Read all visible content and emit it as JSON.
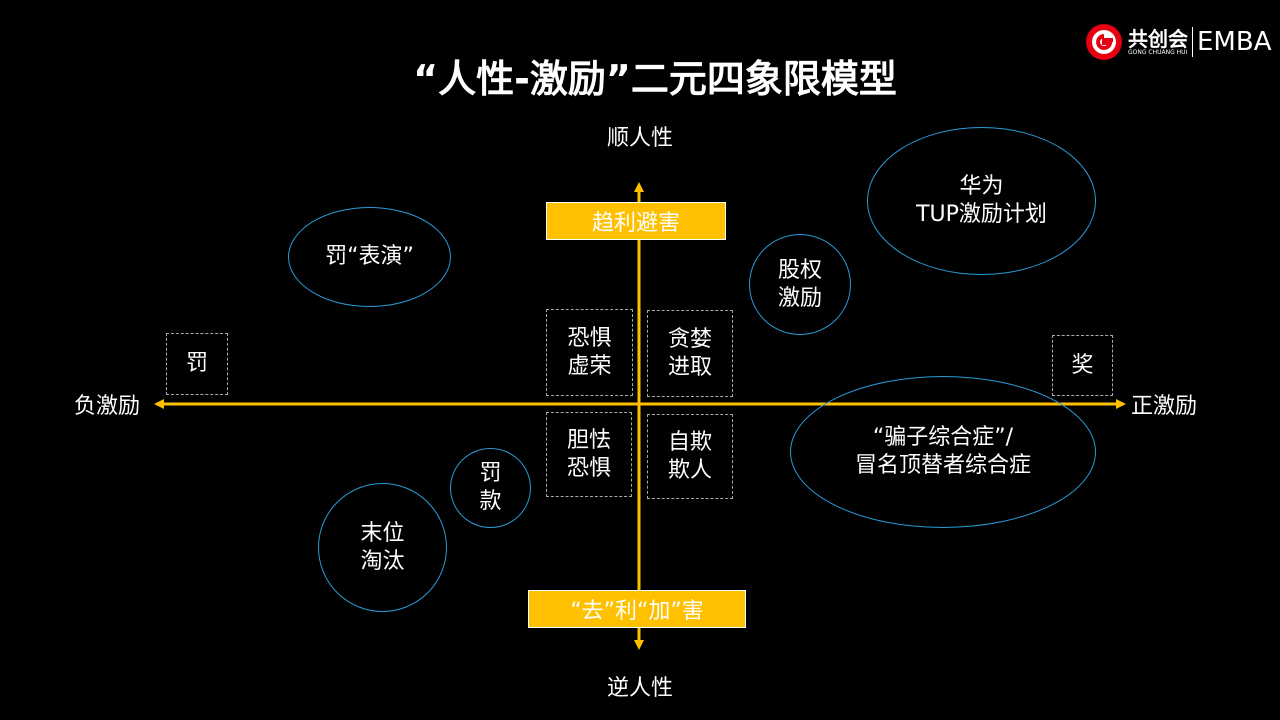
{
  "title": "“人性-激励”二元四象限模型",
  "logo": {
    "brand": "共创会",
    "sub": "GONG CHUANG HUI",
    "suffix": "EMBA"
  },
  "axes": {
    "top": "顺人性",
    "bottom": "逆人性",
    "left": "负激励",
    "right": "正激励"
  },
  "banners": {
    "top": "趋利避害",
    "bottom": "“去”利“加”害"
  },
  "boxes": {
    "punish": "罚",
    "reward": "奖",
    "q_fear_vanity": [
      "恐惧",
      "虚荣"
    ],
    "q_greed": [
      "贪婪",
      "进取"
    ],
    "q_timid": [
      "胆怯",
      "恐惧"
    ],
    "q_self": [
      "自欺",
      "欺人"
    ]
  },
  "ellipses": {
    "punish_show": "罚“表演”",
    "equity": [
      "股权",
      "激励"
    ],
    "huawei": [
      "华为",
      "TUP激励计划"
    ],
    "impostor": [
      "“骗子综合症”/",
      "冒名顶替者综合症"
    ],
    "fine": [
      "罚",
      "款"
    ],
    "elimination": [
      "末位",
      "淘汰"
    ]
  },
  "colors": {
    "axis": "#FFC000",
    "ellipse": "#2a9bd6"
  }
}
